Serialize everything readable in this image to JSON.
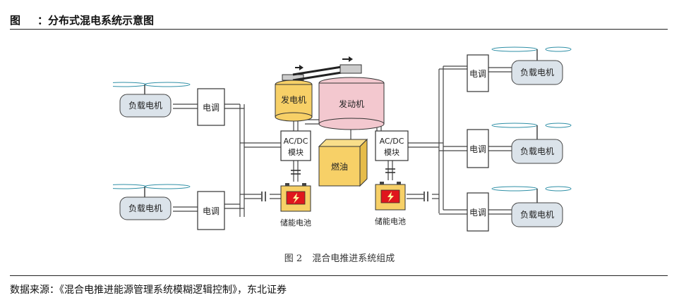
{
  "header": {
    "label": "图",
    "title": "：分布式混电系统示意图"
  },
  "diagram": {
    "generator": "发电机",
    "engine": "发动机",
    "fuel": "燃油",
    "converter_left": {
      "line1": "AC/DC",
      "line2": "模块"
    },
    "converter_right": {
      "line1": "AC/DC",
      "line2": "模块"
    },
    "battery_left": "储能电池",
    "battery_right": "储能电池",
    "esc_label": "电调",
    "motor_label": "负载电机"
  },
  "caption": {
    "number": "图 2",
    "text": "混合电推进系统组成"
  },
  "source": "数据来源：《混合电推进能源管理系统模糊逻辑控制》，东北证券",
  "colors": {
    "generator": "#f7d067",
    "engine": "#f3c8cf",
    "fuel": "#f7d067",
    "battery": "#f7d067",
    "battery_red": "#e0161d",
    "motor": "#dbe3ea"
  }
}
